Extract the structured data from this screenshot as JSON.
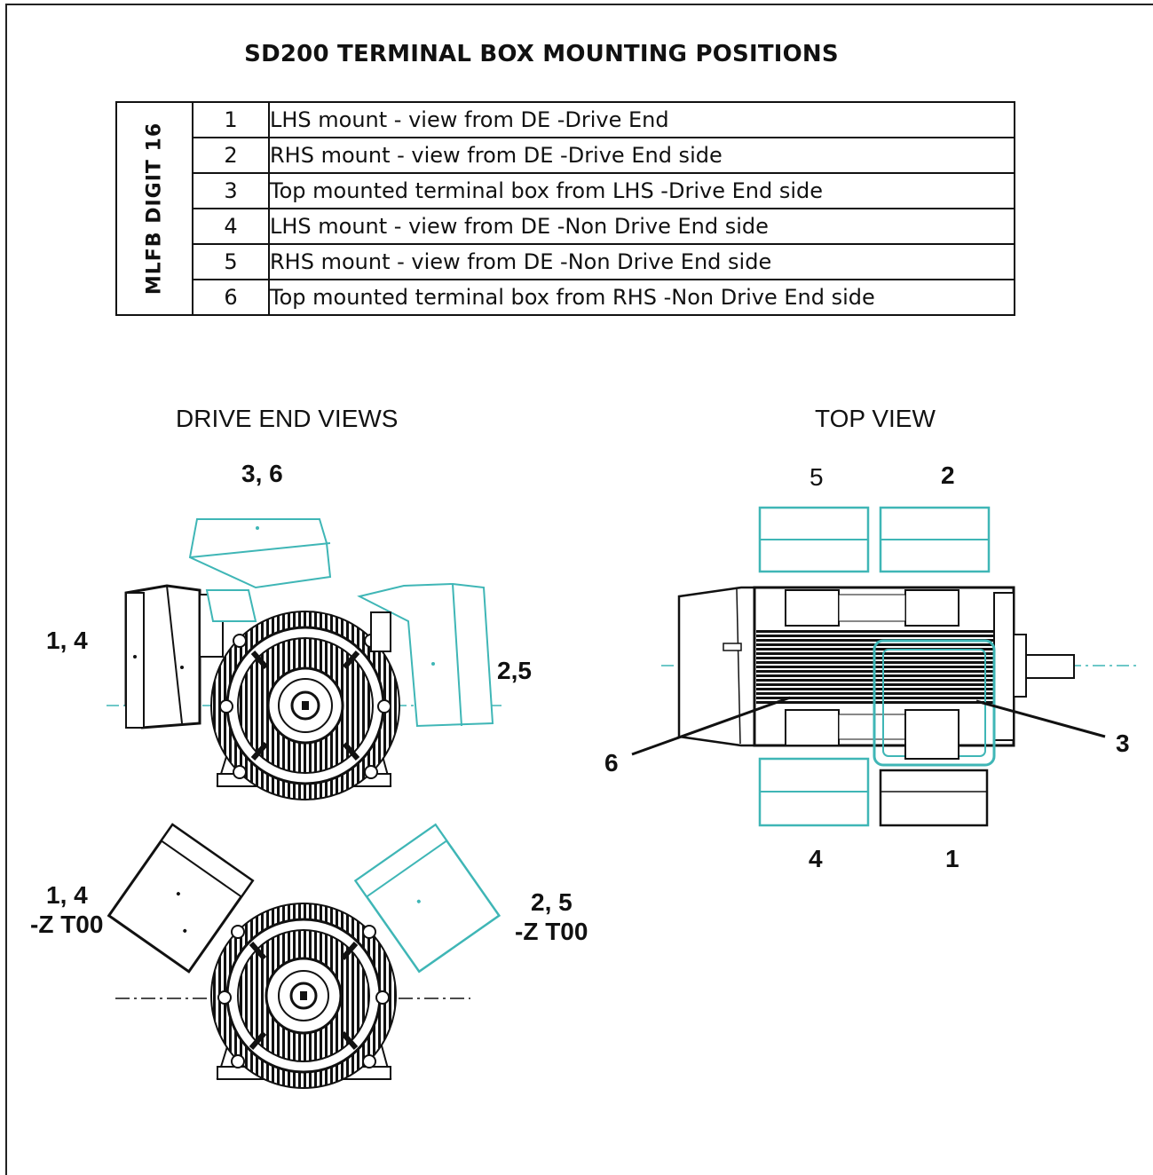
{
  "title": "SD200 TERMINAL BOX MOUNTING POSITIONS",
  "table": {
    "side_label": "MLFB DIGIT 16",
    "rows": [
      {
        "num": "1",
        "desc": "LHS mount - view from DE  -Drive End"
      },
      {
        "num": "2",
        "desc": "RHS mount - view from DE -Drive End side"
      },
      {
        "num": "3",
        "desc": "Top mounted terminal box from LHS -Drive End side"
      },
      {
        "num": "4",
        "desc": "LHS mount - view from DE -Non Drive End side"
      },
      {
        "num": "5",
        "desc": "RHS mount - view from DE  -Non Drive End side"
      },
      {
        "num": "6",
        "desc": "Top mounted terminal box from RHS -Non Drive End side"
      }
    ]
  },
  "drive_end": {
    "heading": "DRIVE END VIEWS",
    "top_label": "3, 6",
    "left_label": "1, 4",
    "right_label": "2,5",
    "lower_left_label_1": "1, 4",
    "lower_left_label_2": "-Z T00",
    "lower_right_label_1": "2, 5",
    "lower_right_label_2": "-Z T00"
  },
  "top_view": {
    "heading": "TOP VIEW",
    "label_5": "5",
    "label_2": "2",
    "label_6": "6",
    "label_3": "3",
    "label_4": "4",
    "label_1": "1"
  },
  "colors": {
    "outline": "#111111",
    "teal": "#3fb6b6"
  }
}
